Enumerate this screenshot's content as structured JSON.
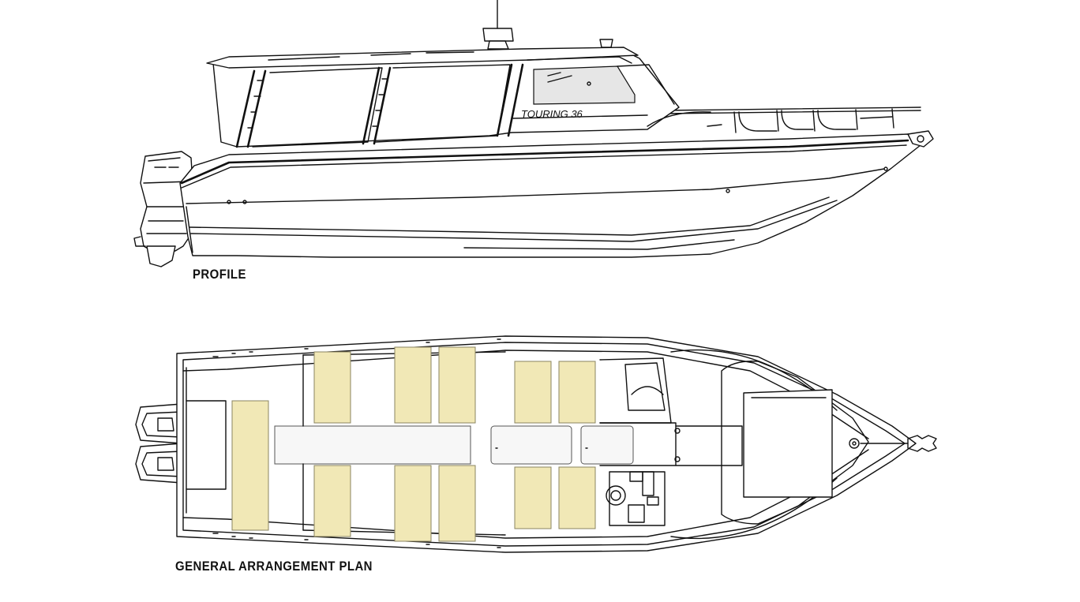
{
  "labels": {
    "profile": "PROFILE",
    "plan": "GENERAL ARRANGEMENT PLAN",
    "hull_name": "TOURING 36"
  },
  "colors": {
    "seat_fill": "#f1e8b6",
    "line": "#111111",
    "glass": "#e6e6e6",
    "background": "#ffffff"
  }
}
